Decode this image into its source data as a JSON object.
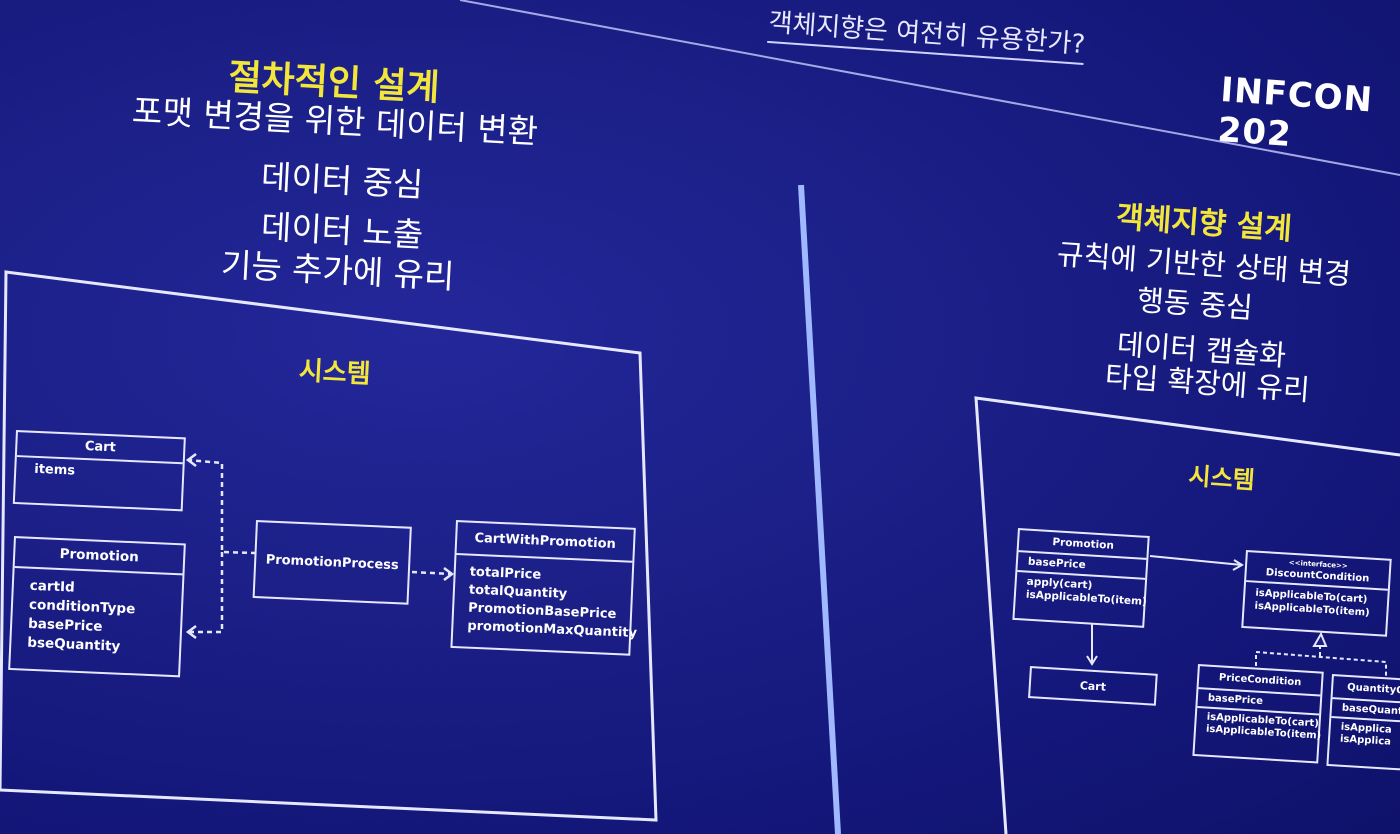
{
  "top_heading": "객체지향은 여전히 유용한가?",
  "brand": "INFCON 202",
  "left": {
    "title": "절차적인 설계",
    "lines": [
      "포맷 변경을 위한 데이터 변환",
      "데이터 중심",
      "데이터 노출",
      "기능 추가에 유리"
    ],
    "system_label": "시스템",
    "cart": {
      "name": "Cart",
      "fields": [
        "items"
      ]
    },
    "promotion": {
      "name": "Promotion",
      "fields": [
        "cartId",
        "conditionType",
        "basePrice",
        "bseQuantity"
      ]
    },
    "process": {
      "name": "PromotionProcess"
    },
    "cart_with_promotion": {
      "name": "CartWithPromotion",
      "fields": [
        "totalPrice",
        "totalQuantity",
        "PromotionBasePrice",
        "promotionMaxQuantity"
      ]
    }
  },
  "right": {
    "title": "객체지향 설계",
    "lines": [
      "규칙에 기반한 상태 변경",
      "행동 중심",
      "데이터 캡슐화",
      "타입 확장에 유리"
    ],
    "system_label": "시스템",
    "promotion": {
      "name": "Promotion",
      "fields": [
        "basePrice"
      ],
      "methods": [
        "apply(cart)",
        "isApplicableTo(item)"
      ]
    },
    "cart": {
      "name": "Cart"
    },
    "discount_condition": {
      "stereotype": "<<interface>>",
      "name": "DiscountCondition",
      "methods": [
        "isApplicableTo(cart)",
        "isApplicableTo(item)"
      ]
    },
    "price_condition": {
      "name": "PriceCondition",
      "fields": [
        "basePrice"
      ],
      "methods": [
        "isApplicableTo(cart)",
        "isApplicableTo(item)"
      ]
    },
    "quantity_condition": {
      "name": "QuantityCo",
      "fields": [
        "baseQuantit"
      ],
      "methods": [
        "isApplica",
        "isApplica"
      ]
    }
  }
}
